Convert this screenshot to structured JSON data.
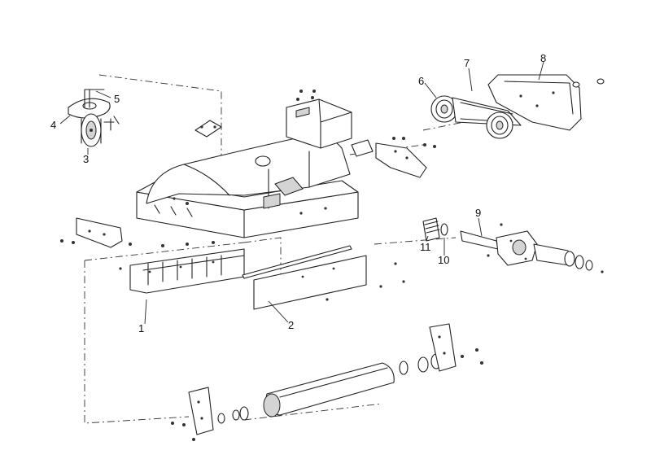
{
  "callouts": {
    "c1": "1",
    "c2": "2",
    "c3": "3",
    "c4": "4",
    "c5": "5",
    "c6": "6",
    "c7": "7",
    "c8": "8",
    "c9": "9",
    "c10": "10",
    "c11": "11"
  },
  "colors": {
    "line": "#222222",
    "fill": "#ffffff",
    "shade": "#d4d4d4"
  }
}
